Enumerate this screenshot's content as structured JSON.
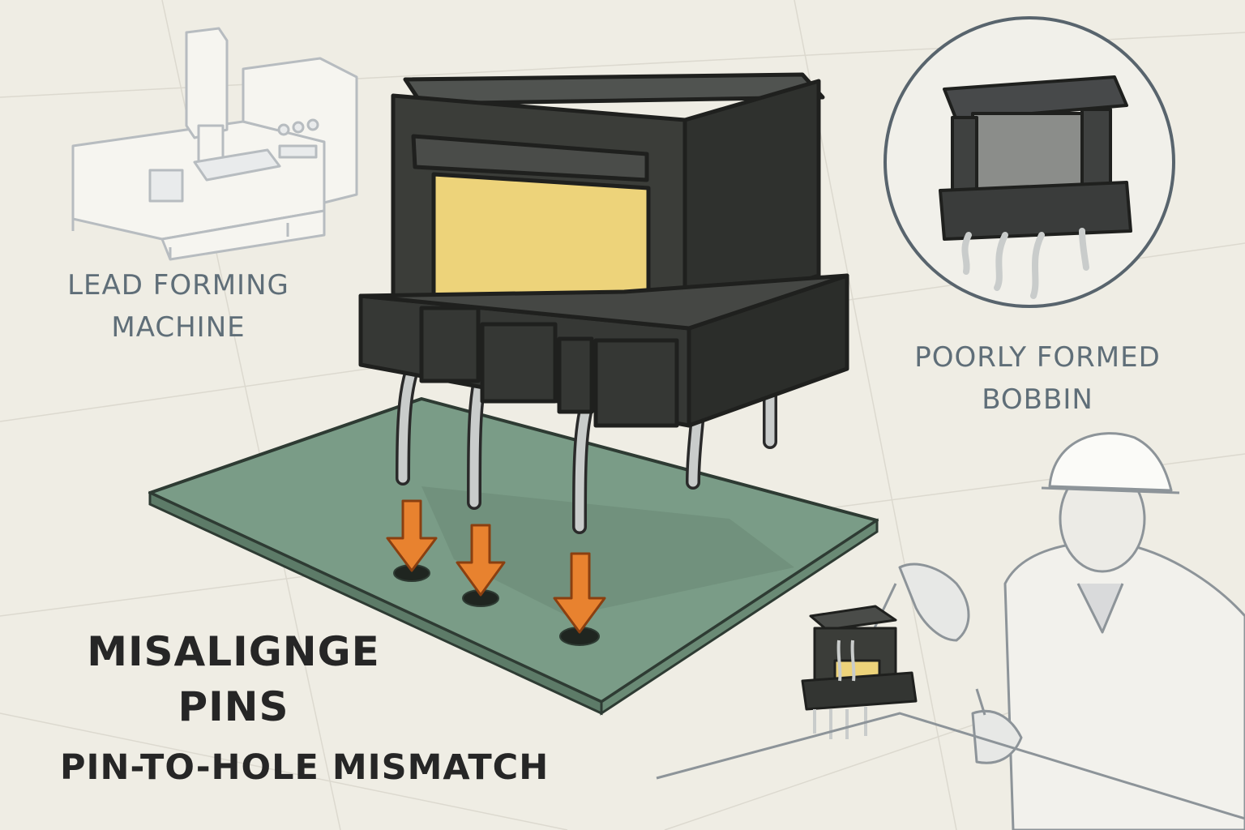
{
  "labels": {
    "lead_forming": [
      "LEAD FORMING",
      "MACHINE"
    ],
    "poorly_formed": [
      "POORLY FORMED",
      "BOBBIN"
    ],
    "headline": [
      "MISALIGNGE",
      "PINS"
    ],
    "subheadline": "PIN-TO-HOLE MISMATCH"
  },
  "colors": {
    "background": "#efede4",
    "housing": "#3b3d39",
    "winding": "#edd37a",
    "pcb": "#7a9c87",
    "arrow": "#e8822f",
    "pin": "#c9cccb",
    "label_muted": "#5f6e78",
    "label_dark": "#262626"
  }
}
